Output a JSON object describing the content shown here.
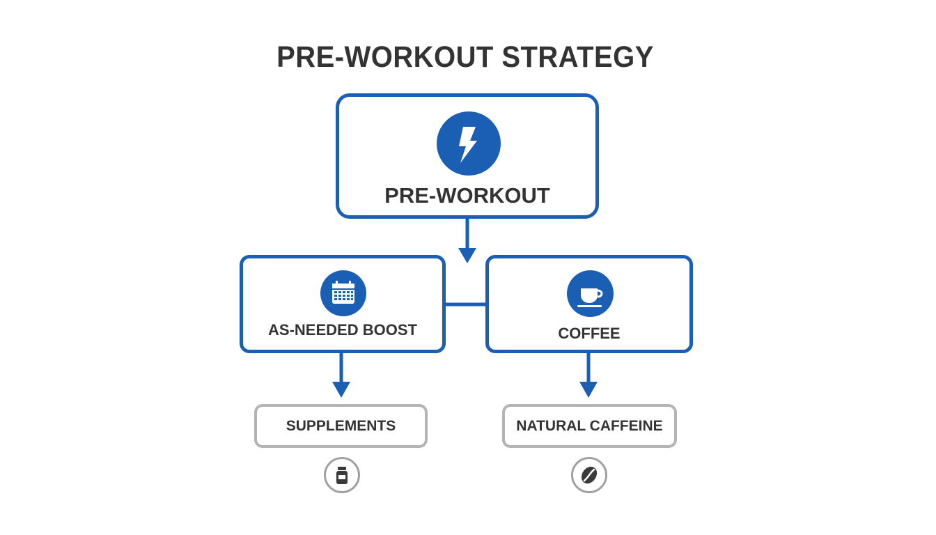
{
  "title": "PRE-WORKOUT STRATEGY",
  "colors": {
    "primary": "#1a5fb4",
    "leaf_border": "#b4b4b4",
    "text": "#333333"
  },
  "nodes": {
    "root": {
      "label": "PRE-WORKOUT",
      "icon": "lightning-bolt-icon"
    },
    "left": {
      "label": "AS-NEEDED BOOST",
      "icon": "calendar-icon"
    },
    "right": {
      "label": "COFFEE",
      "icon": "coffee-cup-icon"
    },
    "left_leaf": {
      "label": "SUPPLEMENTS",
      "icon": "supplement-bottle-icon"
    },
    "right_leaf": {
      "label": "NATURAL CAFFEINE",
      "icon": "coffee-bean-icon"
    }
  }
}
